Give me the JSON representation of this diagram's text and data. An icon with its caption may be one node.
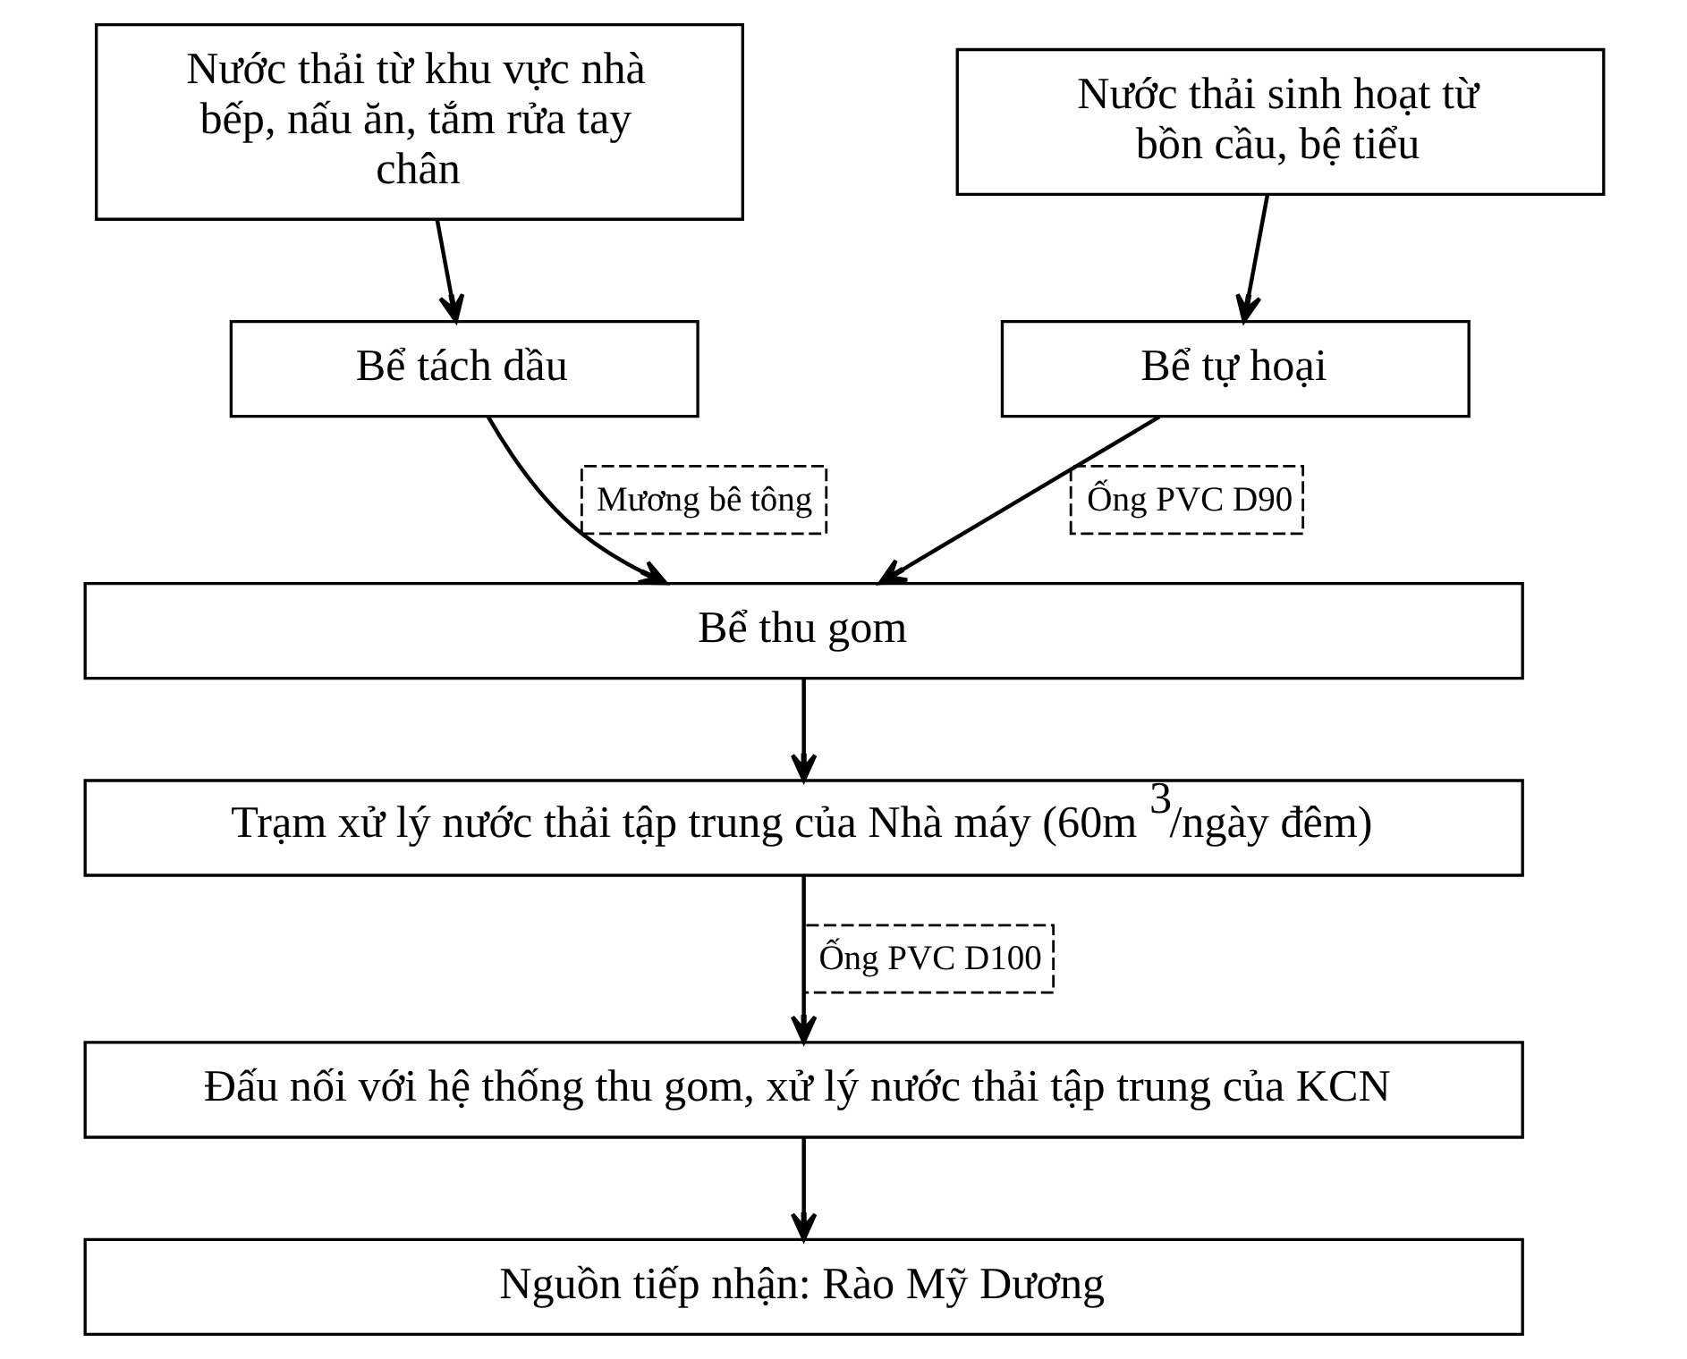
{
  "diagram": {
    "nodes": [
      {
        "text": [
          "Nước thải từ khu vực nhà bếp, nấu ăn, tắm rửa tay chân"
        ]
      },
      {
        "text": [
          "Nước thải sinh hoạt từ bồn cầu, bệ tiểu"
        ]
      },
      {
        "text": [
          "Bể tách dầu"
        ]
      },
      {
        "text": [
          "Bể tự hoại"
        ]
      },
      {
        "text": [
          "Bể thu gom"
        ]
      },
      {
        "text": [
          "Trạm xử lý nước thải tập trung của Nhà máy (60m$^{3}$/ngày đêm)"
        ]
      },
      {
        "text": [
          "Đấu nối với hệ thống thu gom, xử lý nước thải tập trung của KCN"
        ]
      },
      {
        "text": [
          "Nguồn tiếp nhận: Rào Mỹ Dương"
        ]
      }
    ],
    "edges": [
      {
        "from": 0,
        "to": 2,
        "arrow": "to"
      },
      {
        "from": 1,
        "to": 3,
        "arrow": "to"
      },
      {
        "from": 2,
        "to": 4,
        "arrow": "to",
        "label": "Mương bê tông"
      },
      {
        "from": 3,
        "to": 4,
        "arrow": "to",
        "label": "Ống PVC D90"
      },
      {
        "from": 4,
        "to": 5,
        "arrow": "to"
      },
      {
        "from": 5,
        "to": 6,
        "arrow": "to",
        "label": "Ống PVC D100"
      },
      {
        "from": 6,
        "to": 7,
        "arrow": "to"
      }
    ]
  }
}
